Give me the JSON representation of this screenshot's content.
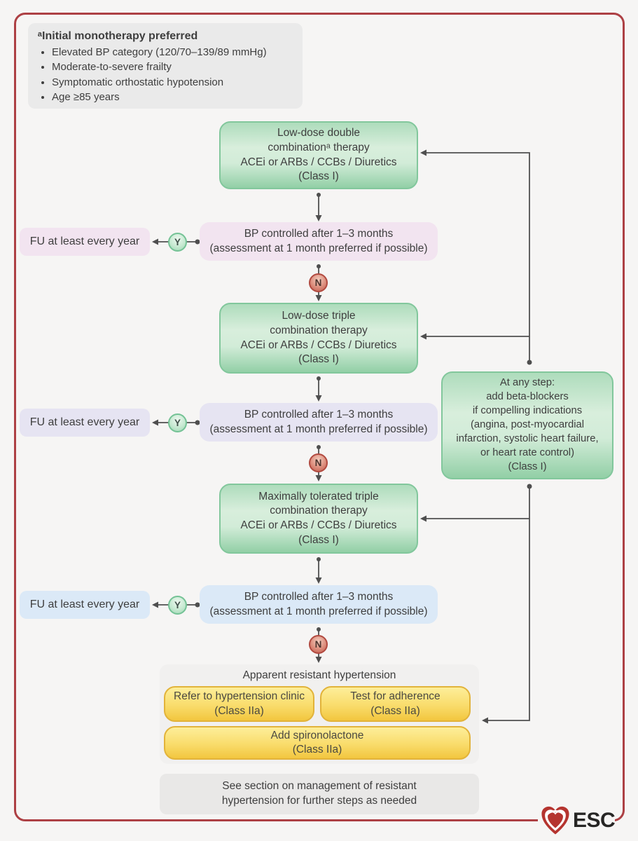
{
  "info_box": {
    "title": "ᵃInitial monotherapy preferred",
    "bullets": [
      "Elevated BP category (120/70–139/89 mmHg)",
      "Moderate-to-severe frailty",
      "Symptomatic orthostatic hypotension",
      "Age ≥85 years"
    ]
  },
  "steps": [
    {
      "lines": [
        "Low-dose double",
        "combinationᵃ therapy",
        "ACEi or ARBs / CCBs / Diuretics",
        "(Class I)"
      ]
    },
    {
      "lines": [
        "Low-dose triple",
        "combination therapy",
        "ACEi or ARBs / CCBs / Diuretics",
        "(Class I)"
      ]
    },
    {
      "lines": [
        "Maximally tolerated triple",
        "combination therapy",
        "ACEi or ARBs / CCBs / Diuretics",
        "(Class I)"
      ]
    }
  ],
  "checks": [
    {
      "fu": "FU at least every year",
      "yes": "Y",
      "no": "N",
      "bp_line1": "BP controlled after 1–3 months",
      "bp_line2": "(assessment at 1 month preferred if possible)"
    },
    {
      "fu": "FU at least every year",
      "yes": "Y",
      "no": "N",
      "bp_line1": "BP controlled after 1–3 months",
      "bp_line2": "(assessment at 1 month preferred if possible)"
    },
    {
      "fu": "FU at least every year",
      "yes": "Y",
      "no": "N",
      "bp_line1": "BP controlled after 1–3 months",
      "bp_line2": "(assessment at 1 month preferred if possible)"
    }
  ],
  "side_box": {
    "lines": [
      "At any step:",
      "add beta-blockers",
      "if compelling indications",
      "(angina, post-myocardial",
      "infarction, systolic heart failure,",
      "or heart rate control)",
      "(Class I)"
    ]
  },
  "resistant": {
    "header": "Apparent resistant hypertension",
    "actions": [
      {
        "line1": "Refer to hypertension clinic",
        "line2": "(Class IIa)"
      },
      {
        "line1": "Test for adherence",
        "line2": "(Class IIa)"
      },
      {
        "line1": "Add spironolactone",
        "line2": "(Class IIa)"
      }
    ]
  },
  "footer_note": {
    "line1": "See section on management of resistant",
    "line2": "hypertension for further steps as needed"
  },
  "logo": {
    "text": "ESC"
  },
  "colors": {
    "frame": "#ad4044",
    "line": "#4f4f4f",
    "green_border": "#82c79c",
    "row1": "#f2e4f0",
    "row2": "#e6e4f2",
    "row3": "#dbe9f7",
    "yellow_border": "#e2b33a",
    "heart": "#b5342f"
  }
}
